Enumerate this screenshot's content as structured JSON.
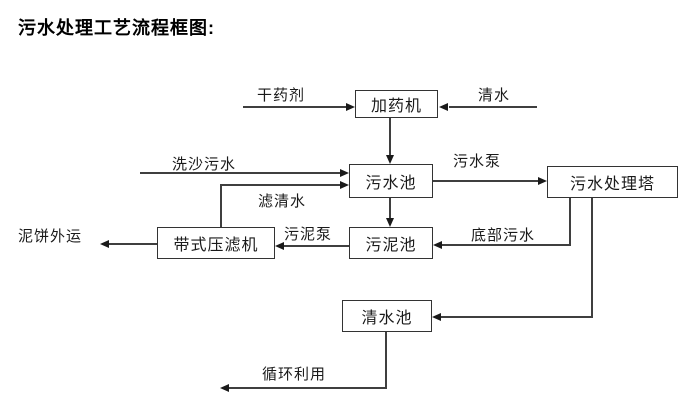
{
  "title": "污水处理工艺流程框图:",
  "nodes": {
    "dosing_machine": "加药机",
    "sewage_pool": "污水池",
    "treatment_tower": "污水处理塔",
    "sludge_pool": "污泥池",
    "belt_filter_press": "带式压滤机",
    "clean_water_pool": "清水池"
  },
  "edge_labels": {
    "dry_agent": "干药剂",
    "clean_water": "清水",
    "sand_washing_sewage": "洗沙污水",
    "sewage_pump": "污水泵",
    "filtered_water": "滤清水",
    "bottom_sewage": "底部污水",
    "sludge_pump": "污泥泵",
    "mud_cake_out": "泥饼外运",
    "recycle_use": "循环利用"
  },
  "colors": {
    "line": "#3f3f3f",
    "arrowhead": "#1a1a1a",
    "text": "#1a1a1a",
    "background": "#ffffff"
  }
}
